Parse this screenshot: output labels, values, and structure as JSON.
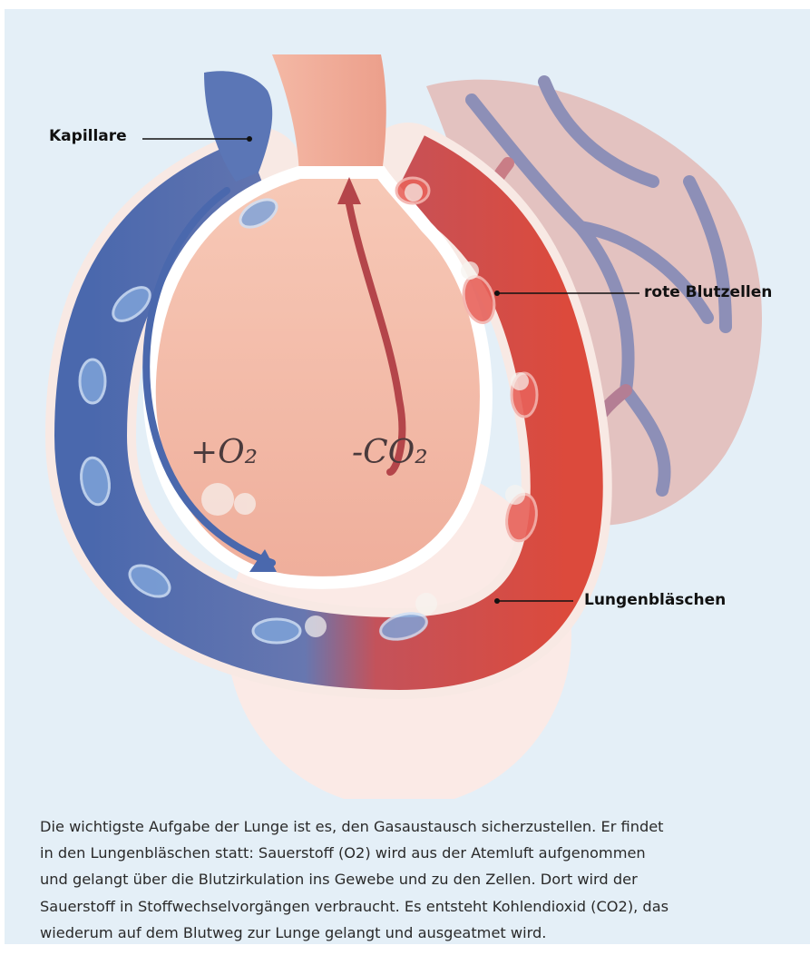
{
  "labels": {
    "capillary": "Kapillare",
    "red_blood_cells": "rote Blutzellen",
    "alveolus": "Lungenbläschen"
  },
  "formulas": {
    "oxygen": "+O₂",
    "carbon_dioxide": "-CO₂"
  },
  "caption": {
    "lines": [
      "Die wichtigste Aufgabe der Lunge ist es, den Gasaustausch sicherzustellen. Er findet",
      "in den Lungenbläschen statt: Sauerstoff (O2) wird aus der Atemluft aufgenommen",
      "und gelangt über die Blutzirkulation ins Gewebe und zu den Zellen. Dort wird der",
      "Sauerstoff in Stoffwechselvorgängen verbraucht. Es entsteht Kohlendioxid (CO2), das",
      "wiederum auf dem Blutweg zur Lunge gelangt und ausgeatmet wird."
    ]
  },
  "colors": {
    "background": "#e4eff7",
    "deoxygenated_blood": "#4f6fb0",
    "oxygenated_blood": "#d9453c",
    "alveolus_tissue": "#f0b9a6"
  }
}
